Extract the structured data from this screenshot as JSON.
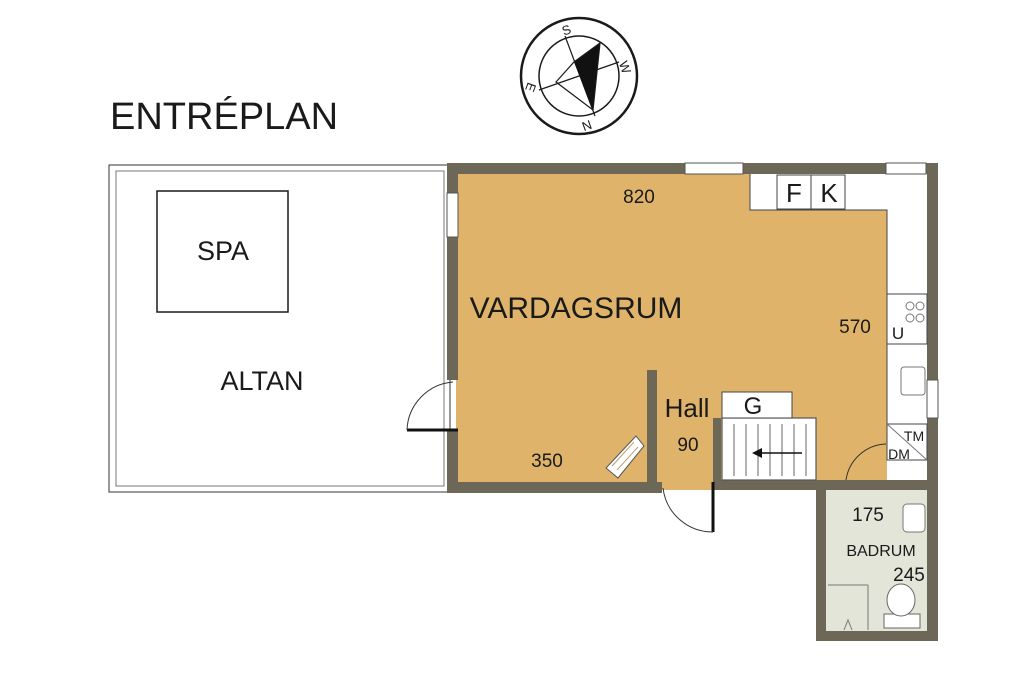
{
  "plan_title": "ENTRÉPLAN",
  "compass": {
    "north": "N",
    "south": "S",
    "east": "E",
    "west": "W"
  },
  "colors": {
    "living_floor": "#dfb46a",
    "bath_floor": "#e3e5d8",
    "wall": "#6d6758",
    "outline": "#2d2d2d"
  },
  "rooms": {
    "spa": "SPA",
    "altan": "ALTAN",
    "vardagsrum": "VARDAGSRUM",
    "hall": "Hall",
    "badrum": "BADRUM"
  },
  "fixtures": {
    "fridge": "F",
    "freezer": "K",
    "oven": "U",
    "wardrobe": "G",
    "washing_machine": "TM",
    "dishwasher": "DM"
  },
  "dimensions": {
    "living_width": "820",
    "living_depth": "570",
    "living_inner": "350",
    "hall_width": "90",
    "bath_width": "175",
    "bath_depth": "245"
  }
}
